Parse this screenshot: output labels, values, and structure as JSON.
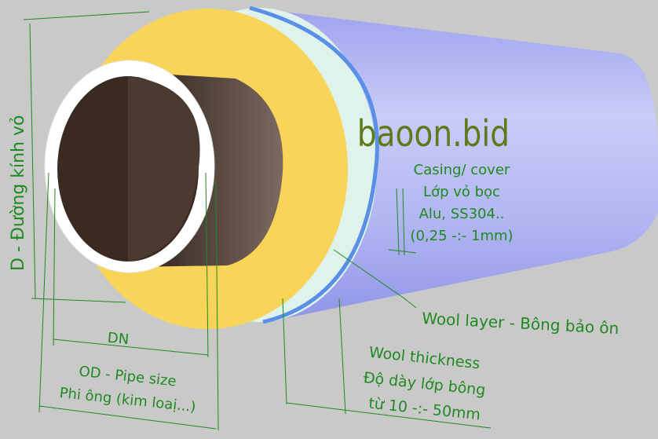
{
  "watermark": "baoon.bid",
  "labels": {
    "outer_diameter": "D - Đường kính vỏ",
    "casing": [
      "Casing/ cover",
      "Lớp vỏ bọc",
      "Alu, SS304..",
      "(0,25 -:- 1mm)"
    ],
    "wool_layer": "Wool layer - Bông bảo ôn",
    "dn": "DN",
    "od": [
      "OD - Pipe size",
      "Phi ông (kim loaị...)"
    ],
    "wool_thickness": [
      "Wool thickness",
      "Độ dày lớp bông",
      "từ 10 -:- 50mm"
    ]
  },
  "colors": {
    "background": "#c9c9c9",
    "casing": "#b4b8f2",
    "casing_rim": "#5a8fe6",
    "wool_face": "#f8d458",
    "wool_side": "#dff3ec",
    "pipe_ring": "#ffffff",
    "pipe_inner": "#3a2a22",
    "annotation": "#1f8a1f"
  }
}
